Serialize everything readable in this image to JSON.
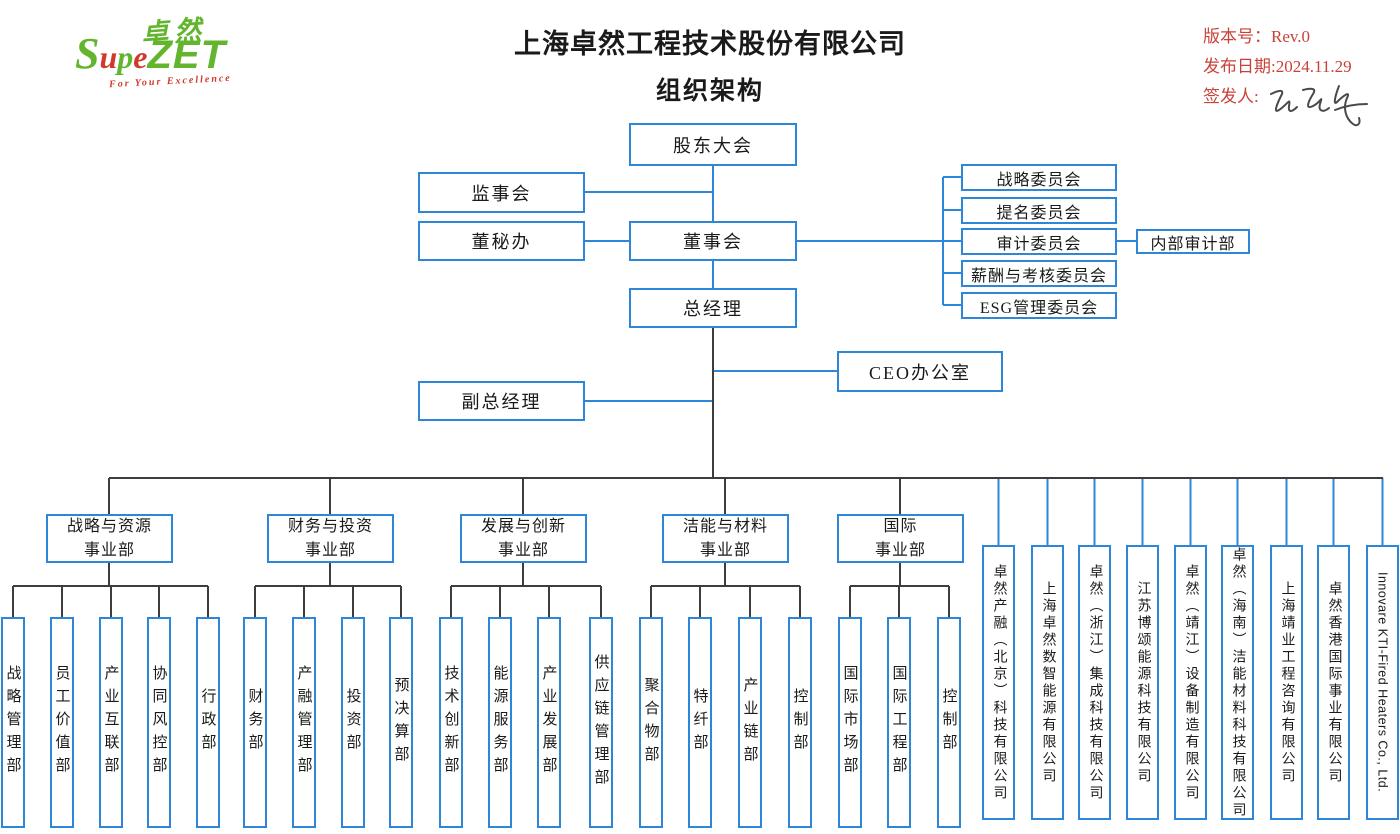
{
  "header": {
    "logo": {
      "hanzi": "卓然",
      "s": "S",
      "u": "u",
      "p": "p",
      "e": "e",
      "zet": "ZET",
      "tagline": "For Your Excellence"
    },
    "title_line1": "上海卓然工程技术股份有限公司",
    "title_line2": "组织架构",
    "meta": {
      "version_label": "版本号：",
      "version_value": "Rev.0",
      "date_label": "发布日期:",
      "date_value": "2024.11.29",
      "signer_label": "签发人:"
    }
  },
  "chart": {
    "nodes": {
      "shareholders": "股东大会",
      "supervisory": "监事会",
      "secretary_office": "董秘办",
      "board": "董事会",
      "general_manager": "总经理",
      "ceo_office": "CEO办公室",
      "deputy_gm": "副总经理",
      "internal_audit": "内部审计部"
    },
    "committees": [
      "战略委员会",
      "提名委员会",
      "审计委员会",
      "薪酬与考核委员会",
      "ESG管理委员会"
    ],
    "divisions": [
      {
        "line1": "战略与资源",
        "line2": "事业部",
        "departments": [
          "战略管理部",
          "员工价值部",
          "产业互联部",
          "协同风控部",
          "行政部"
        ]
      },
      {
        "line1": "财务与投资",
        "line2": "事业部",
        "departments": [
          "财务部",
          "产融管理部",
          "投资部",
          "预决算部"
        ]
      },
      {
        "line1": "发展与创新",
        "line2": "事业部",
        "departments": [
          "技术创新部",
          "能源服务部",
          "产业发展部",
          "供应链管理部"
        ]
      },
      {
        "line1": "洁能与材料",
        "line2": "事业部",
        "departments": [
          "聚合物部",
          "特纤部",
          "产业链部",
          "控制部"
        ]
      },
      {
        "line1": "国际",
        "line2": "事业部",
        "departments": [
          "国际市场部",
          "国际工程部",
          "控制部"
        ]
      }
    ],
    "subsidiaries": [
      "卓然产融（北京）科技有限公司",
      "上海卓然数智能源有限公司",
      "卓然（浙江）集成科技有限公司",
      "江苏博颂能源科技有限公司",
      "卓然（靖江）设备制造有限公司",
      "卓然（海南）洁能材料科技有限公司",
      "上海靖业工程咨询有限公司",
      "卓然香港国际事业有限公司",
      "Innovare KTI-Fired Heaters Co., Ltd."
    ],
    "colors": {
      "line_blue": "#2e86d9",
      "line_dark": "#3d3d3d",
      "accent_red": "#c9423a",
      "brand_green": "#62b52d",
      "brand_red": "#d2382c"
    }
  }
}
